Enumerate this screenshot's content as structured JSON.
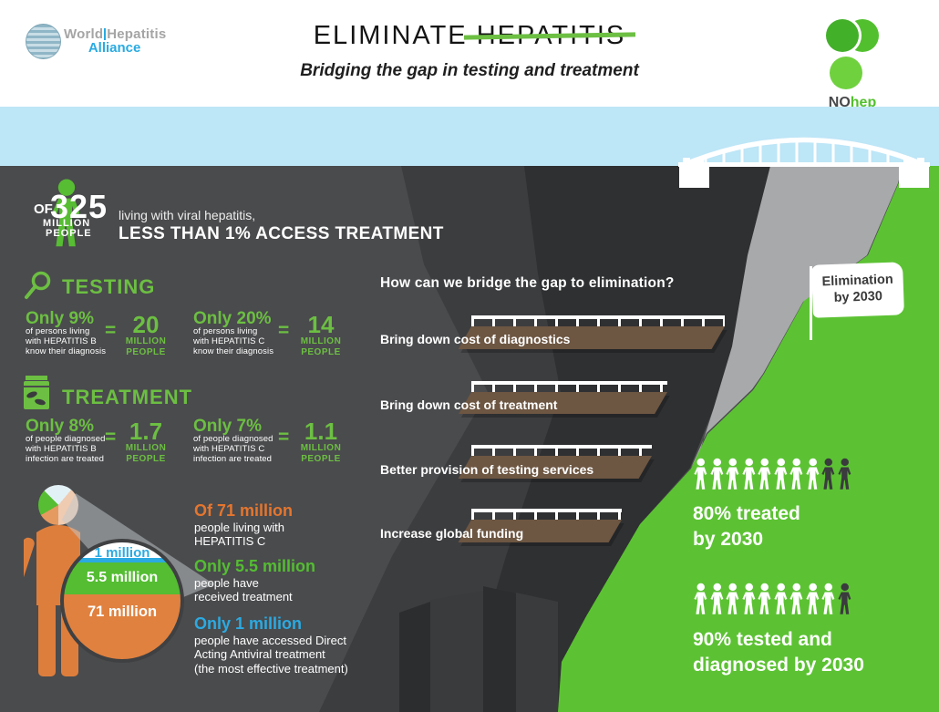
{
  "header": {
    "wha": {
      "world": "World",
      "hepatitis": "Hepatitis",
      "alliance": "Alliance"
    },
    "title": {
      "eliminate": "ELIMINATE",
      "hepatitis": "HEPATITIS"
    },
    "subtitle": "Bridging the gap in testing and treatment",
    "nohep": {
      "no": "NO",
      "hep": "hep"
    }
  },
  "hero": {
    "of": "OF",
    "number": "325",
    "million": "MILLION",
    "people": "PEOPLE",
    "line1": "living with viral hepatitis,",
    "line2": "LESS THAN 1% ACCESS TREATMENT"
  },
  "testing": {
    "heading": "TESTING",
    "stats": [
      {
        "pct": "Only 9%",
        "desc": "of persons living\nwith HEPATITIS B\nknow their diagnosis",
        "eq": "=",
        "value": "20",
        "unit1": "MILLION",
        "unit2": "PEOPLE"
      },
      {
        "pct": "Only 20%",
        "desc": "of persons living\nwith HEPATITIS C\nknow their diagnosis",
        "eq": "=",
        "value": "14",
        "unit1": "MILLION",
        "unit2": "PEOPLE"
      }
    ]
  },
  "treatment": {
    "heading": "TREATMENT",
    "stats": [
      {
        "pct": "Only 8%",
        "desc": "of people diagnosed\nwith HEPATITIS B\ninfection are treated",
        "eq": "=",
        "value": "1.7",
        "unit1": "MILLION",
        "unit2": "PEOPLE"
      },
      {
        "pct": "Only 7%",
        "desc": "of people diagnosed\nwith HEPATITIS C\ninfection are treated",
        "eq": "=",
        "value": "1.1",
        "unit1": "MILLION",
        "unit2": "PEOPLE"
      }
    ]
  },
  "bridge": {
    "question": "How can we bridge the gap to elimination?",
    "planks": [
      {
        "label": "Bring down cost of diagnostics"
      },
      {
        "label": "Bring down cost of treatment"
      },
      {
        "label": "Better provision of testing services"
      },
      {
        "label": "Increase global funding"
      }
    ]
  },
  "goal": {
    "flag": "Elimination\nby 2030",
    "rows": [
      {
        "white": 8,
        "dark": 2,
        "label": "80% treated\nby 2030"
      },
      {
        "white": 9,
        "dark": 1,
        "label": "90% tested and\ndiagnosed by 2030"
      }
    ]
  },
  "hepc": {
    "pie": {
      "slice1": "1 million",
      "slice2": "5.5 million",
      "slice3": "71 million"
    },
    "blocks": [
      {
        "head": "Of 71 million",
        "body": "people living with\nHEPATITIS C"
      },
      {
        "head": "Only 5.5 million",
        "body": "people have\nreceived treatment"
      },
      {
        "head": "Only 1 million",
        "body": "people have accessed Direct\nActing Antiviral treatment\n(the most effective treatment)"
      }
    ]
  },
  "colors": {
    "green_text": "#6cbf42",
    "hill_green": "#5cc233",
    "nohep_greens": [
      "#43b02a",
      "#52c02e",
      "#70d13f"
    ],
    "orange": "#e5762e",
    "person_orange": "#de7e3c",
    "blue": "#2baae2",
    "brown_plank": "#6d5642",
    "sky": "#bde6f7",
    "dark_bg": "#4a4b4d",
    "cliff_dark": "#3c3d3f",
    "cliff_darker": "#2f3032",
    "cliff_gray": "#a8a9ab",
    "wha_blue": "#29aae1"
  },
  "chart_data": [
    {
      "type": "pictogram",
      "title": "TESTING",
      "series": [
        {
          "name": "HEPATITIS B know their diagnosis",
          "percent": 9,
          "value_million": 20
        },
        {
          "name": "HEPATITIS C know their diagnosis",
          "percent": 20,
          "value_million": 14
        }
      ]
    },
    {
      "type": "pictogram",
      "title": "TREATMENT",
      "series": [
        {
          "name": "HEPATITIS B infection treated",
          "percent": 8,
          "value_million": 1.7
        },
        {
          "name": "HEPATITIS C infection treated",
          "percent": 7,
          "value_million": 1.1
        }
      ]
    },
    {
      "type": "pie",
      "title": "Hepatitis C treatment cascade",
      "slices": [
        {
          "label": "71 million",
          "value": 71,
          "color": "#e0813f",
          "meaning": "people living with HEPATITIS C"
        },
        {
          "label": "5.5 million",
          "value": 5.5,
          "color": "#54bd32",
          "meaning": "people have received treatment"
        },
        {
          "label": "1 million",
          "value": 1,
          "color": "#2baae2",
          "meaning": "people have accessed Direct Acting Antiviral treatment"
        }
      ]
    },
    {
      "type": "pictogram",
      "title": "2030 elimination targets",
      "series": [
        {
          "name": "80% treated by 2030",
          "filled": 8,
          "total": 10
        },
        {
          "name": "90% tested and diagnosed by 2030",
          "filled": 9,
          "total": 10
        }
      ]
    }
  ]
}
